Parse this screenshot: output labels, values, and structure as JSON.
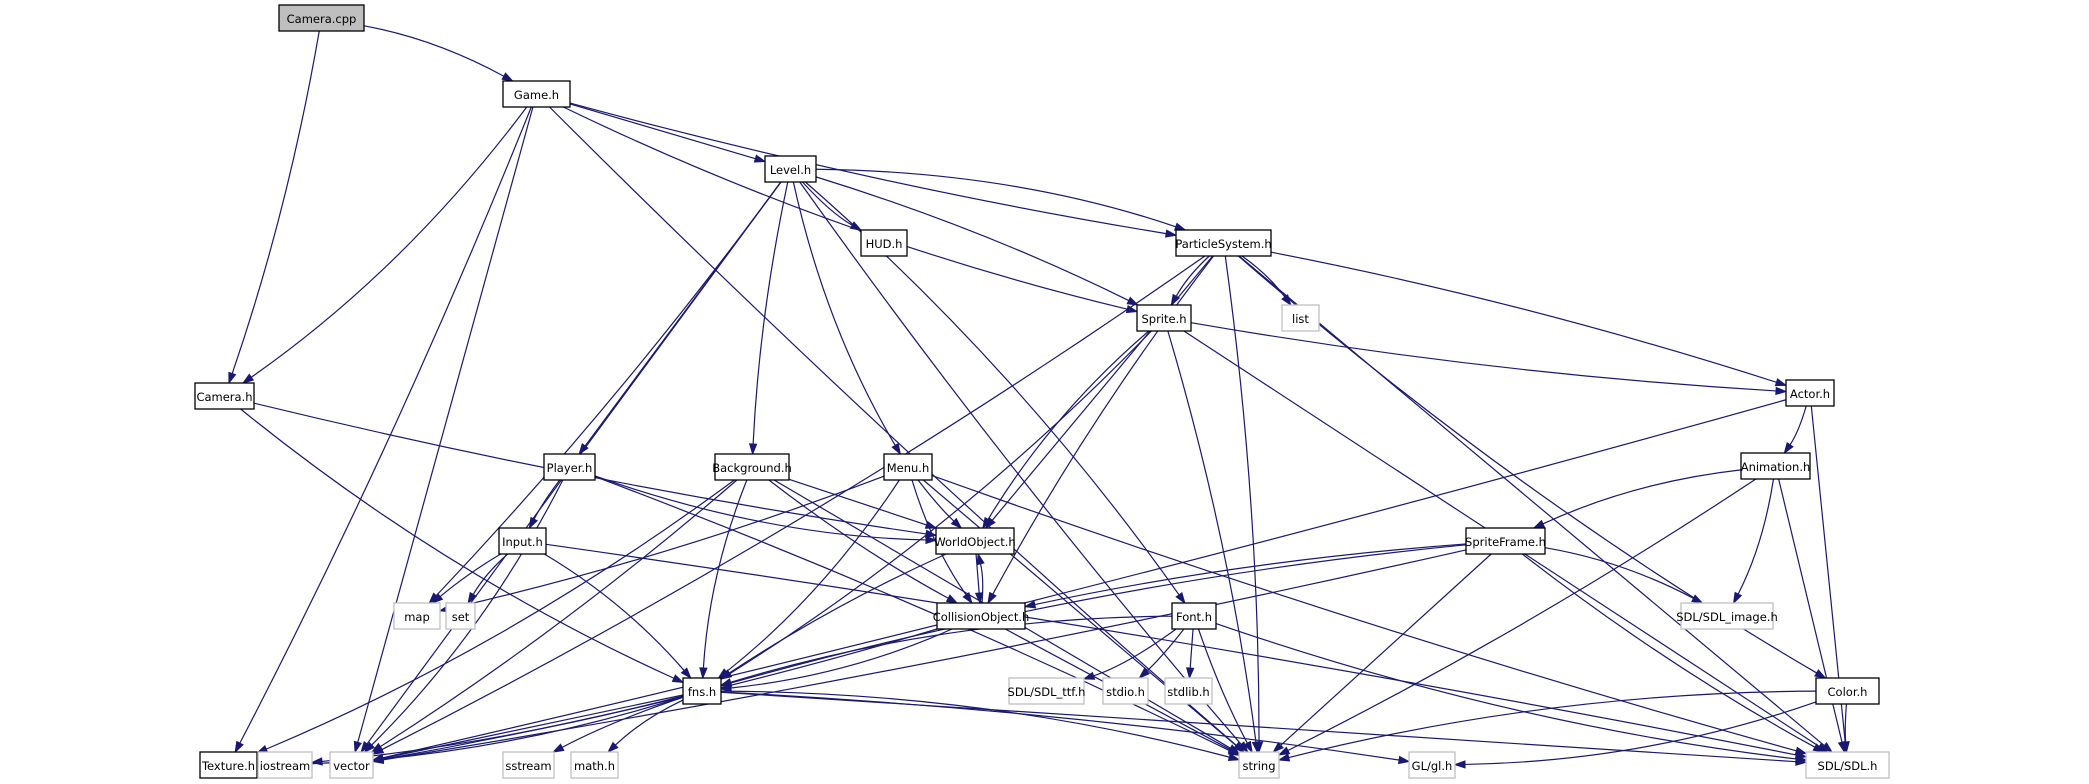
{
  "title": "Camera.cpp include dependency graph",
  "colors": {
    "edge": "#191970",
    "root_fill": "#bfbfbf",
    "documented_border": "#000000",
    "external_border": "#bfbfbf"
  },
  "nodes": [
    {
      "id": "camera_cpp",
      "label": "Camera.cpp",
      "kind": "root"
    },
    {
      "id": "game_h",
      "label": "Game.h",
      "kind": "documented"
    },
    {
      "id": "level_h",
      "label": "Level.h",
      "kind": "documented"
    },
    {
      "id": "hud_h",
      "label": "HUD.h",
      "kind": "documented"
    },
    {
      "id": "particlesystem_h",
      "label": "ParticleSystem.h",
      "kind": "documented"
    },
    {
      "id": "sprite_h",
      "label": "Sprite.h",
      "kind": "documented"
    },
    {
      "id": "list",
      "label": "list",
      "kind": "external"
    },
    {
      "id": "camera_h",
      "label": "Camera.h",
      "kind": "documented"
    },
    {
      "id": "actor_h",
      "label": "Actor.h",
      "kind": "documented"
    },
    {
      "id": "player_h",
      "label": "Player.h",
      "kind": "documented"
    },
    {
      "id": "background_h",
      "label": "Background.h",
      "kind": "documented"
    },
    {
      "id": "menu_h",
      "label": "Menu.h",
      "kind": "documented"
    },
    {
      "id": "animation_h",
      "label": "Animation.h",
      "kind": "documented"
    },
    {
      "id": "input_h",
      "label": "Input.h",
      "kind": "documented"
    },
    {
      "id": "worldobject_h",
      "label": "WorldObject.h",
      "kind": "documented"
    },
    {
      "id": "spriteframe_h",
      "label": "SpriteFrame.h",
      "kind": "documented"
    },
    {
      "id": "map",
      "label": "map",
      "kind": "external"
    },
    {
      "id": "set",
      "label": "set",
      "kind": "external"
    },
    {
      "id": "collisionobject_h",
      "label": "CollisionObject.h",
      "kind": "documented"
    },
    {
      "id": "font_h",
      "label": "Font.h",
      "kind": "documented"
    },
    {
      "id": "sdl_image_h",
      "label": "SDL/SDL_image.h",
      "kind": "external"
    },
    {
      "id": "fns_h",
      "label": "fns.h",
      "kind": "documented"
    },
    {
      "id": "sdl_ttf_h",
      "label": "SDL/SDL_ttf.h",
      "kind": "external"
    },
    {
      "id": "stdio_h",
      "label": "stdio.h",
      "kind": "external"
    },
    {
      "id": "stdlib_h",
      "label": "stdlib.h",
      "kind": "external"
    },
    {
      "id": "color_h",
      "label": "Color.h",
      "kind": "documented"
    },
    {
      "id": "texture_h",
      "label": "Texture.h",
      "kind": "documented"
    },
    {
      "id": "iostream",
      "label": "iostream",
      "kind": "external"
    },
    {
      "id": "vector",
      "label": "vector",
      "kind": "external"
    },
    {
      "id": "sstream",
      "label": "sstream",
      "kind": "external"
    },
    {
      "id": "math_h",
      "label": "math.h",
      "kind": "external"
    },
    {
      "id": "string",
      "label": "string",
      "kind": "external"
    },
    {
      "id": "gl_h",
      "label": "GL/gl.h",
      "kind": "external"
    },
    {
      "id": "sdl_h",
      "label": "SDL/SDL.h",
      "kind": "external"
    }
  ],
  "edges": [
    [
      "camera_cpp",
      "game_h"
    ],
    [
      "camera_cpp",
      "camera_h"
    ],
    [
      "game_h",
      "level_h"
    ],
    [
      "game_h",
      "particlesystem_h"
    ],
    [
      "game_h",
      "sprite_h"
    ],
    [
      "game_h",
      "camera_h"
    ],
    [
      "game_h",
      "texture_h"
    ],
    [
      "game_h",
      "vector"
    ],
    [
      "game_h",
      "string"
    ],
    [
      "level_h",
      "hud_h"
    ],
    [
      "level_h",
      "particlesystem_h"
    ],
    [
      "level_h",
      "sprite_h"
    ],
    [
      "level_h",
      "player_h"
    ],
    [
      "level_h",
      "background_h"
    ],
    [
      "level_h",
      "menu_h"
    ],
    [
      "level_h",
      "font_h"
    ],
    [
      "level_h",
      "map"
    ],
    [
      "level_h",
      "vector"
    ],
    [
      "level_h",
      "string"
    ],
    [
      "particlesystem_h",
      "sprite_h"
    ],
    [
      "particlesystem_h",
      "list"
    ],
    [
      "particlesystem_h",
      "actor_h"
    ],
    [
      "particlesystem_h",
      "worldobject_h"
    ],
    [
      "particlesystem_h",
      "collisionobject_h"
    ],
    [
      "particlesystem_h",
      "color_h"
    ],
    [
      "particlesystem_h",
      "vector"
    ],
    [
      "particlesystem_h",
      "string"
    ],
    [
      "particlesystem_h",
      "sdl_h"
    ],
    [
      "sprite_h",
      "actor_h"
    ],
    [
      "sprite_h",
      "worldobject_h"
    ],
    [
      "sprite_h",
      "fns_h"
    ],
    [
      "sprite_h",
      "string"
    ],
    [
      "sprite_h",
      "sdl_h"
    ],
    [
      "camera_h",
      "worldobject_h"
    ],
    [
      "camera_h",
      "fns_h"
    ],
    [
      "actor_h",
      "animation_h"
    ],
    [
      "actor_h",
      "vector"
    ],
    [
      "actor_h",
      "sdl_h"
    ],
    [
      "player_h",
      "input_h"
    ],
    [
      "player_h",
      "worldobject_h"
    ],
    [
      "player_h",
      "vector"
    ],
    [
      "player_h",
      "string"
    ],
    [
      "background_h",
      "worldobject_h"
    ],
    [
      "background_h",
      "collisionobject_h"
    ],
    [
      "background_h",
      "fns_h"
    ],
    [
      "background_h",
      "texture_h"
    ],
    [
      "background_h",
      "vector"
    ],
    [
      "background_h",
      "string"
    ],
    [
      "menu_h",
      "worldobject_h"
    ],
    [
      "menu_h",
      "collisionobject_h"
    ],
    [
      "menu_h",
      "fns_h"
    ],
    [
      "menu_h",
      "map"
    ],
    [
      "menu_h",
      "string"
    ],
    [
      "menu_h",
      "sdl_h"
    ],
    [
      "animation_h",
      "spriteframe_h"
    ],
    [
      "animation_h",
      "sdl_image_h"
    ],
    [
      "animation_h",
      "string"
    ],
    [
      "animation_h",
      "sdl_h"
    ],
    [
      "input_h",
      "map"
    ],
    [
      "input_h",
      "set"
    ],
    [
      "input_h",
      "fns_h"
    ],
    [
      "input_h",
      "sdl_h"
    ],
    [
      "worldobject_h",
      "collisionobject_h"
    ],
    [
      "worldobject_h",
      "fns_h"
    ],
    [
      "collisionobject_h",
      "worldobject_h"
    ],
    [
      "collisionobject_h",
      "fns_h"
    ],
    [
      "collisionobject_h",
      "vector"
    ],
    [
      "collisionobject_h",
      "string"
    ],
    [
      "spriteframe_h",
      "collisionobject_h"
    ],
    [
      "spriteframe_h",
      "fns_h"
    ],
    [
      "spriteframe_h",
      "sdl_image_h"
    ],
    [
      "spriteframe_h",
      "vector"
    ],
    [
      "spriteframe_h",
      "string"
    ],
    [
      "spriteframe_h",
      "sdl_h"
    ],
    [
      "font_h",
      "fns_h"
    ],
    [
      "font_h",
      "sdl_ttf_h"
    ],
    [
      "font_h",
      "stdio_h"
    ],
    [
      "font_h",
      "stdlib_h"
    ],
    [
      "font_h",
      "string"
    ],
    [
      "font_h",
      "sdl_h"
    ],
    [
      "fns_h",
      "texture_h"
    ],
    [
      "fns_h",
      "iostream"
    ],
    [
      "fns_h",
      "vector"
    ],
    [
      "fns_h",
      "sstream"
    ],
    [
      "fns_h",
      "math_h"
    ],
    [
      "fns_h",
      "string"
    ],
    [
      "fns_h",
      "gl_h"
    ],
    [
      "fns_h",
      "sdl_h"
    ],
    [
      "color_h",
      "sdl_h"
    ],
    [
      "color_h",
      "string"
    ],
    [
      "color_h",
      "gl_h"
    ]
  ]
}
